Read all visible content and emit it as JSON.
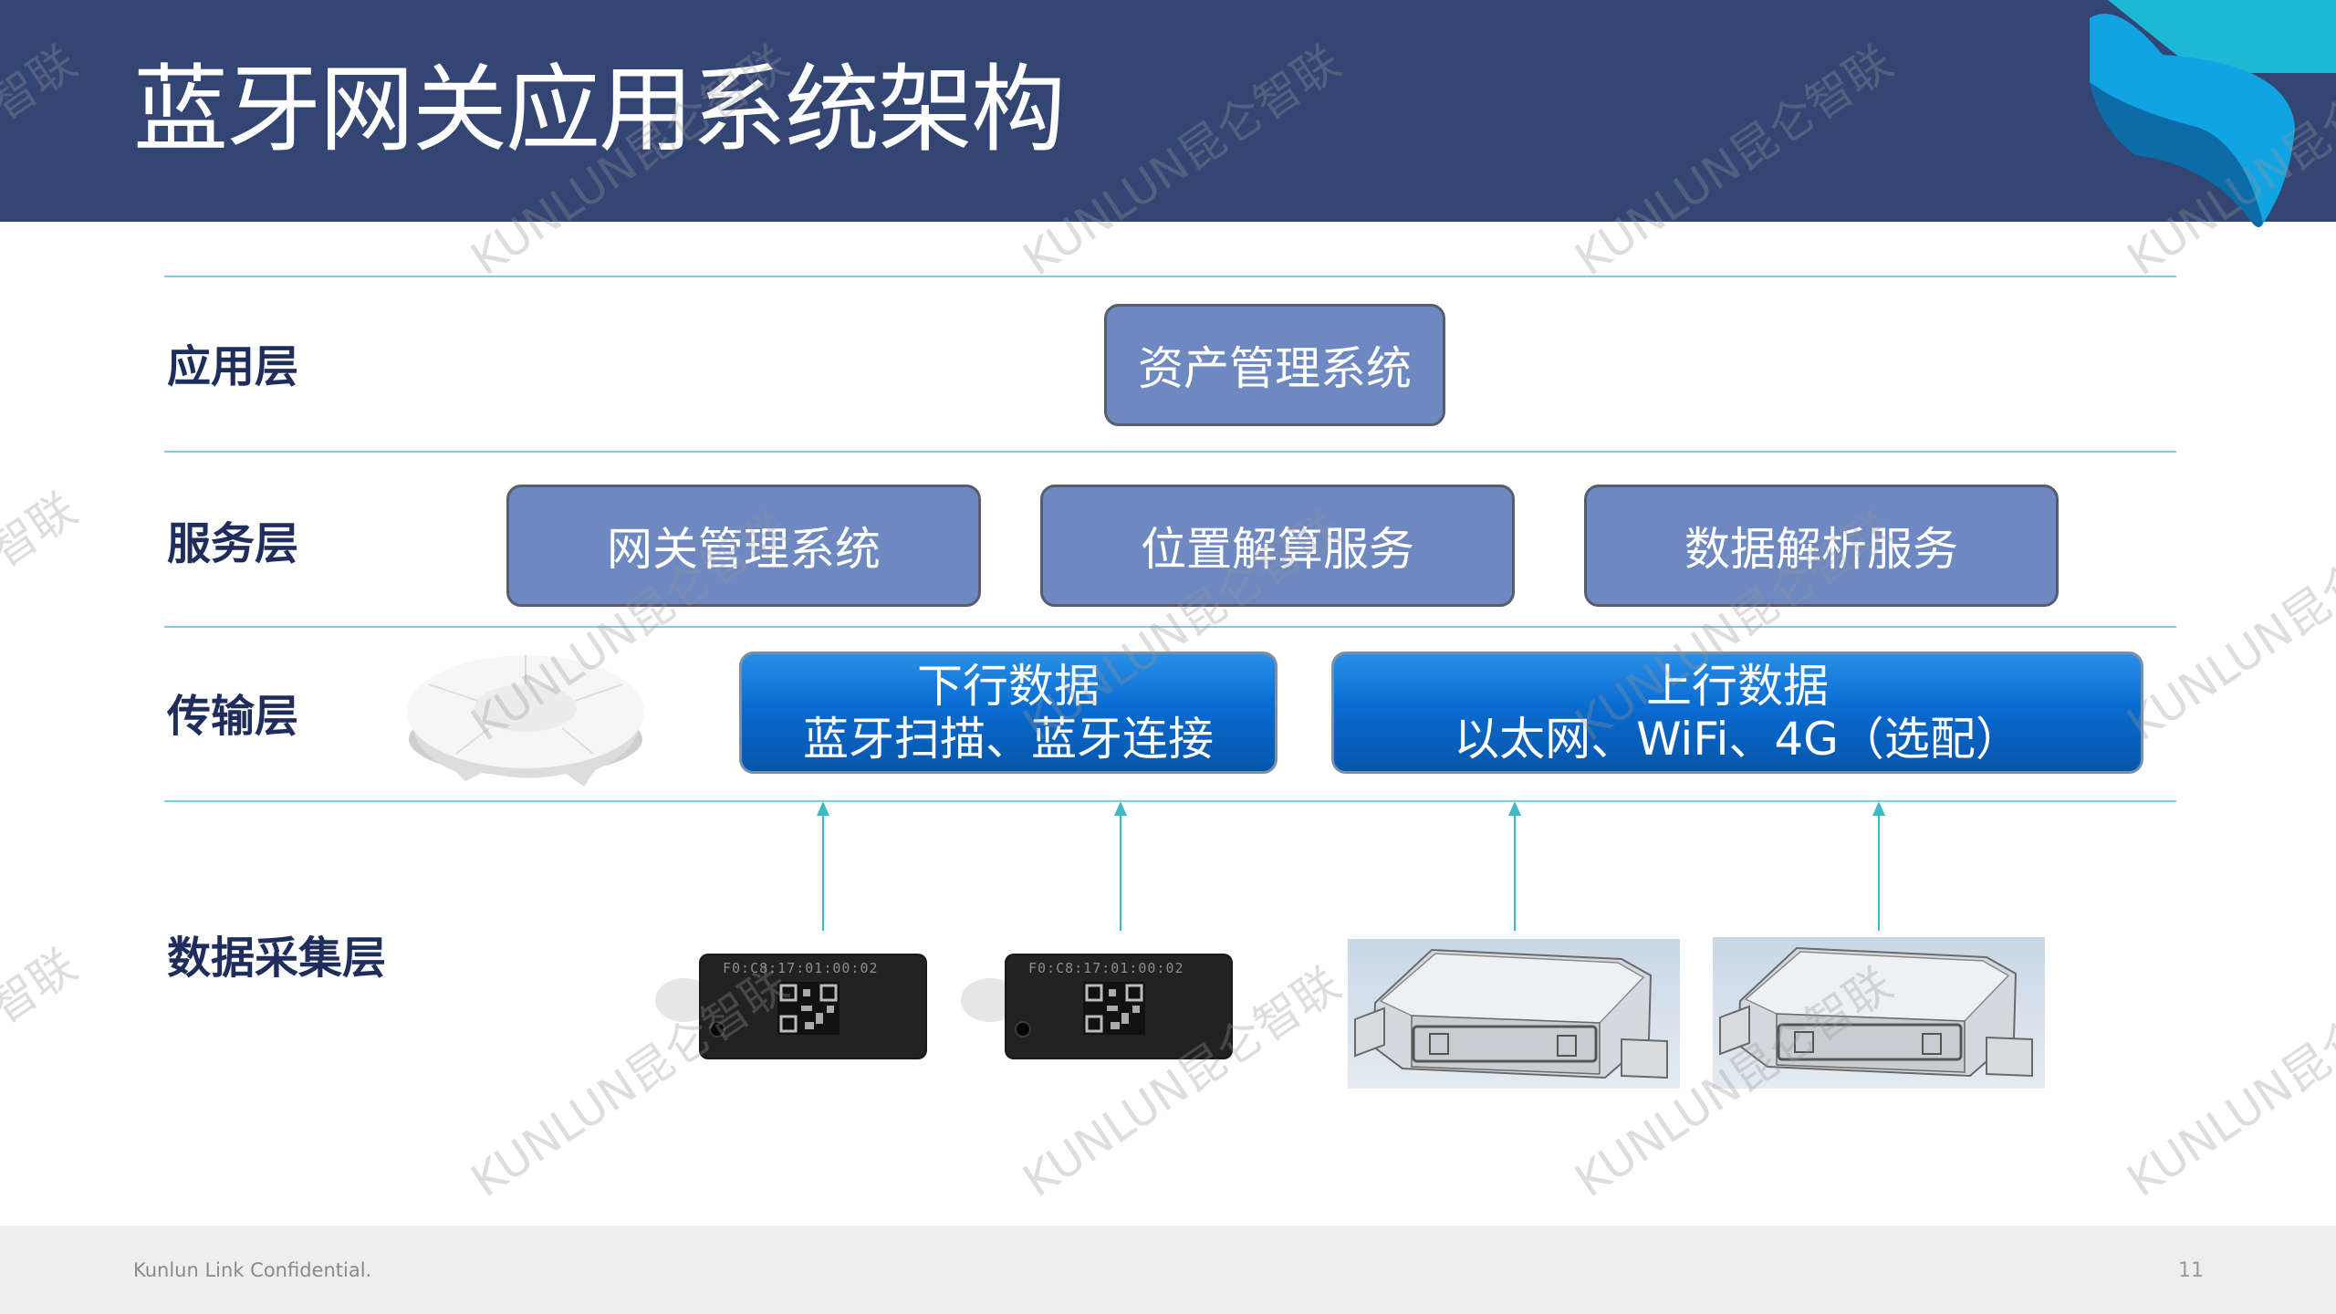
{
  "title": "蓝牙网关应用系统架构",
  "layers": {
    "application": "应用层",
    "service": "服务层",
    "transport": "传输层",
    "collection": "数据采集层"
  },
  "boxes": {
    "asset_mgmt": "资产管理系统",
    "gateway_mgmt": "网关管理系统",
    "location_calc": "位置解算服务",
    "data_parse": "数据解析服务",
    "downlink_title": "下行数据",
    "downlink_detail": "蓝牙扫描、蓝牙连接",
    "uplink_title": "上行数据",
    "uplink_detail": "以太网、WiFi、4G（选配）"
  },
  "tag_label": "F0:C8:17:01:00:02",
  "watermark": "KUNLUN昆仑智联",
  "footer": {
    "confidential": "Kunlun Link Confidential.",
    "page": "11"
  },
  "colors": {
    "header": "#334673",
    "service_box": "#6e88c2",
    "transport_box": "#0a6bd0",
    "divider": "#7fd0d8",
    "label": "#1f2d5c"
  }
}
